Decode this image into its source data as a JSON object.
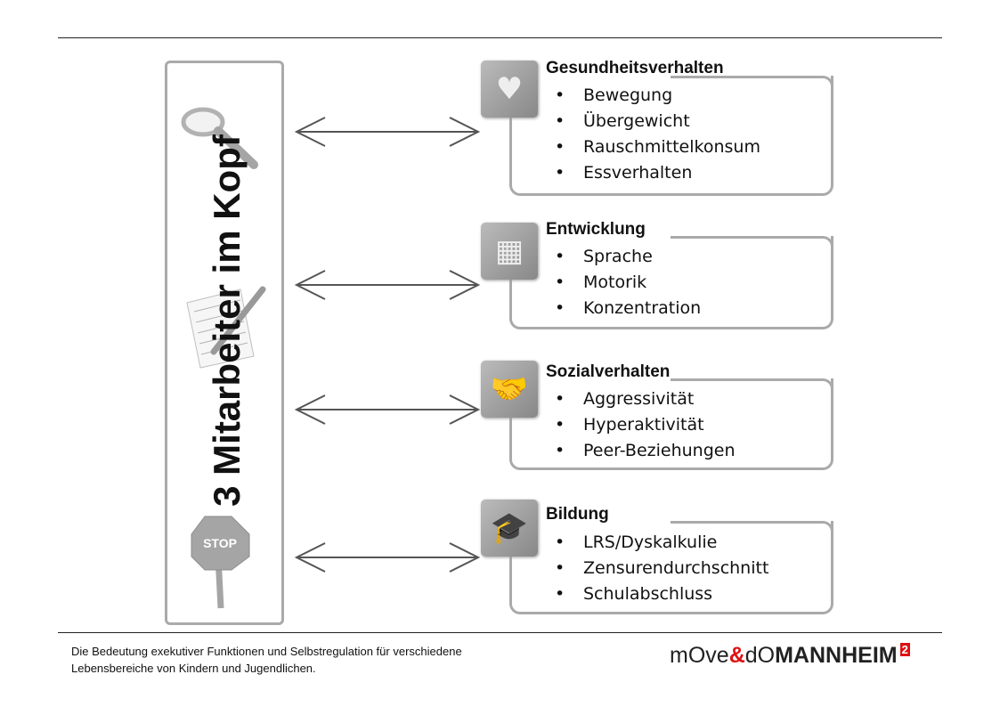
{
  "panel": {
    "title": "3 Mitarbeiter im Kopf"
  },
  "sections": [
    {
      "title": "Gesundheitsverhalten",
      "icon": "heart-icon",
      "items": [
        "Bewegung",
        "Übergewicht",
        "Rauschmittelkonsum",
        "Essverhalten"
      ]
    },
    {
      "title": "Entwicklung",
      "icon": "monitor-icon",
      "items": [
        "Sprache",
        "Motorik",
        "Konzentration"
      ]
    },
    {
      "title": "Sozialverhalten",
      "icon": "handshake-icon",
      "items": [
        "Aggressivität",
        "Hyperaktivität",
        "Peer-Beziehungen"
      ]
    },
    {
      "title": "Bildung",
      "icon": "graduation-cap-icon",
      "items": [
        "LRS/Dyskalkulie",
        "Zensurendurchschnitt",
        "Schulabschluss"
      ]
    }
  ],
  "bullet": "•",
  "stop_sign": "STOP",
  "footer": {
    "line1": "Die Bedeutung exekutiver Funktionen und Selbstregulation für verschiedene",
    "line2": "Lebensbereiche von Kindern und Jugendlichen."
  },
  "logo": {
    "part1": "mOve",
    "amp": "&",
    "part2": "dO",
    "part3": "MANNHEIM",
    "sup": "2"
  }
}
